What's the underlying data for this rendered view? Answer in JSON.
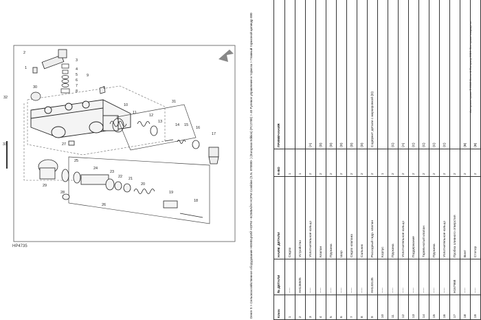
{
  "diagram": {
    "figure_id": "HP4735",
    "callouts": [
      "1",
      "2",
      "3",
      "4",
      "5",
      "6",
      "7",
      "8",
      "9",
      "10",
      "11",
      "12",
      "13",
      "14",
      "15",
      "16",
      "17",
      "18",
      "19",
      "20",
      "21",
      "22",
      "23",
      "24",
      "25",
      "26",
      "27",
      "28",
      "29",
      "30",
      "31",
      "32",
      "33"
    ]
  },
  "table": {
    "title_prefix": "Deere S",
    "title": "Сельскохозяйственное оборудование НЕМЕЦКИЙ НОРМ –КОМБАЙН НОРМ Combine (S.N. 870000- ) (European Edition) (PC2788) > 40 Рулевое управление и тормоза > Главный тормозной цилиндр",
    "title_suffix": "880",
    "headers": [
      "Ключ",
      "№ ДЕТАЛИ",
      "НАИМ. ДЕТАЛИ",
      "К-ВО",
      "ПРИМЕЧАНИЯ"
    ],
    "rows": [
      [
        "1",
        "-----",
        "Седло",
        "1",
        ""
      ],
      [
        "2",
        "AH136505",
        "Устройство",
        "1",
        ""
      ],
      [
        "3",
        "-----",
        "Уплотнительное кольцо",
        "2",
        "(A)"
      ],
      [
        "4",
        "-----",
        "Клапан",
        "2",
        "(D)"
      ],
      [
        "5",
        "-----",
        "Пружина",
        "2",
        "(D)"
      ],
      [
        "6",
        "-----",
        "Шар",
        "2",
        "(D)"
      ],
      [
        "7",
        "-----",
        "Седло клапана",
        "2",
        "(D)"
      ],
      [
        "8",
        "-----",
        "Сальник",
        "2",
        "(D)"
      ],
      [
        "9",
        "AH133135",
        "Расходный гидр. клапан",
        "2",
        "Содержит детали с маркировкой (D)"
      ],
      [
        "10",
        "-----",
        "Корпус",
        "1",
        ""
      ],
      [
        "11",
        "-----",
        "Пружина",
        "2",
        "(C)"
      ],
      [
        "12",
        "-----",
        "Уплотнительное кольцо",
        "2",
        "(A)"
      ],
      [
        "13",
        "-----",
        "Поддержание",
        "2",
        "(C)"
      ],
      [
        "14",
        "-----",
        "Тарельчатый клапан",
        "2",
        "(C)"
      ],
      [
        "15",
        "-----",
        "Пружина",
        "2",
        "(C)"
      ],
      [
        "16",
        "-----",
        "Уплотнительное кольцо",
        "2",
        "(C)"
      ],
      [
        "17",
        "H167968",
        "Пробка сливного отверстия",
        "2",
        ""
      ],
      [
        "18",
        "-----",
        "Винт",
        "2",
        "(B)"
      ],
      [
        "19",
        "-----",
        "Стопор",
        "2",
        "(B)"
      ]
    ],
    "footer": "Авторское право © 2019 Deere & Company, 2019. Все права защищены."
  }
}
